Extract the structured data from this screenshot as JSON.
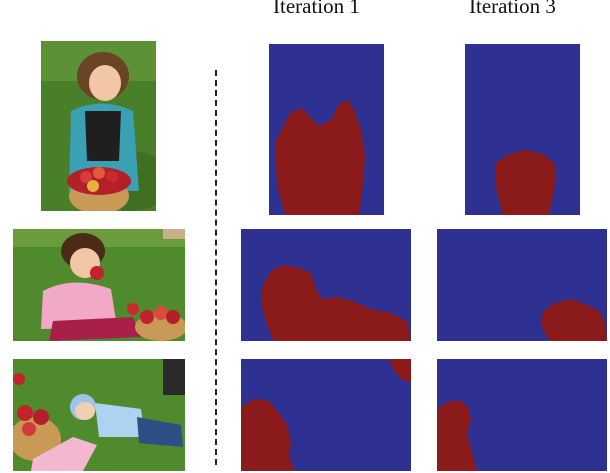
{
  "columns": {
    "iteration1_label": "Iteration 1",
    "iteration3_label": "Iteration 3"
  },
  "photos": [
    {
      "name": "photo-girl-holding-apple-basket",
      "subject": "girl holding basket of apples"
    },
    {
      "name": "photo-girl-eating-apple",
      "subject": "girl sitting on grass eating apple"
    },
    {
      "name": "photo-baby-lying-on-grass",
      "subject": "baby lying on grass next to apples"
    }
  ],
  "colors": {
    "background_class": "#2e3192",
    "foreground_class": "#8b1a1a",
    "grass": "#4f8a2c"
  }
}
